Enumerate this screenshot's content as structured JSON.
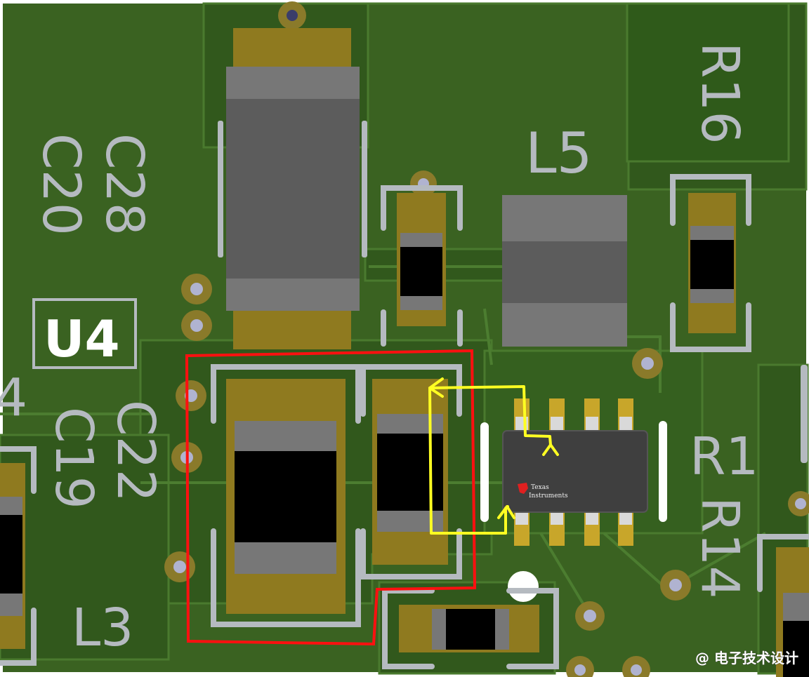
{
  "silkscreen": {
    "r16": "R16",
    "l5": "L5",
    "c28": "C28",
    "c20": "C20",
    "u4": "U4",
    "c22": "C22",
    "c19": "C19",
    "r1": "R1",
    "r14": "R14",
    "l3": "L3",
    "partial_left": "4"
  },
  "ic_logo": {
    "line1": "Texas",
    "line2": "Instruments"
  },
  "watermark": "@ 电子技术设计",
  "colors": {
    "board": "#3b6322",
    "copper_pour": "#325a1d",
    "pad_gold": "#8f7a1f",
    "silkscreen": "#b5bac0",
    "highlight_box": "#ff1010",
    "current_loop": "#ffff22"
  }
}
